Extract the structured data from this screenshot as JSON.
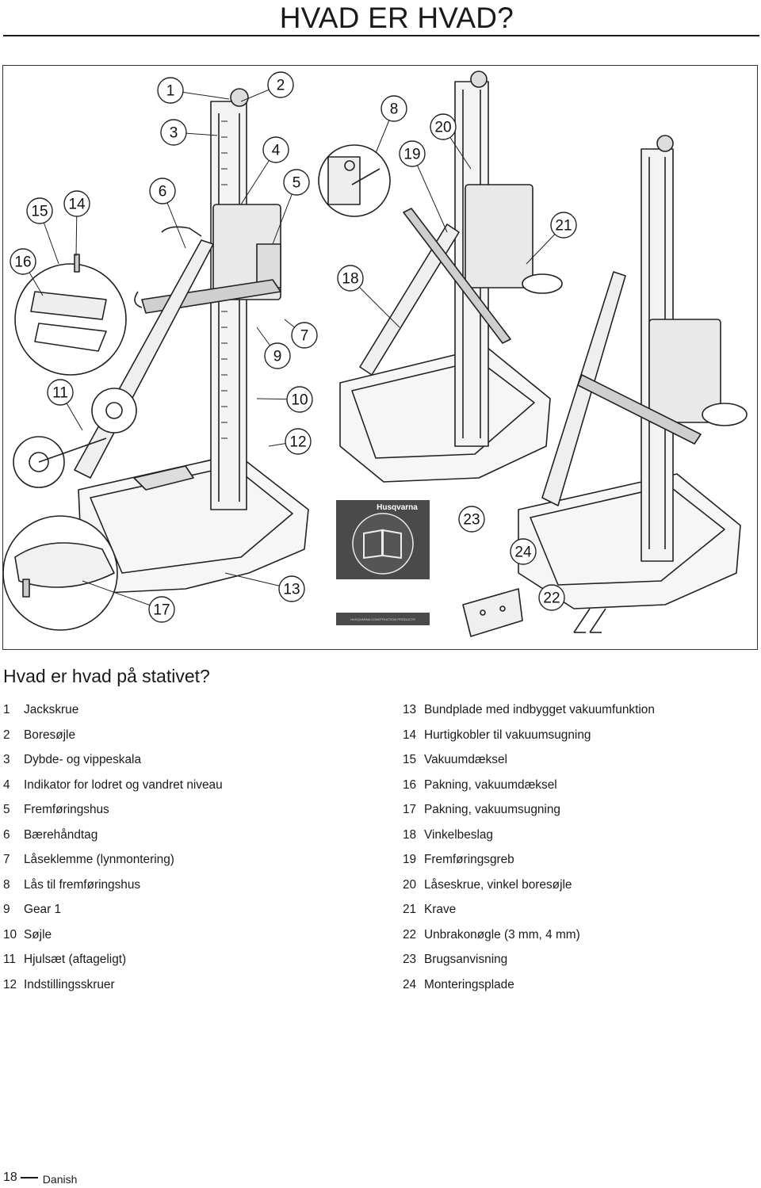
{
  "header": {
    "title": "HVAD ER HVAD?"
  },
  "figure": {
    "callouts": [
      "1",
      "2",
      "3",
      "4",
      "5",
      "6",
      "7",
      "8",
      "9",
      "10",
      "11",
      "12",
      "13",
      "14",
      "15",
      "16",
      "17",
      "18",
      "19",
      "20",
      "21",
      "22",
      "23",
      "24"
    ],
    "manual_cover": {
      "brand": "Husqvarna",
      "subtitle": "HUSQVARNA CONSTRUCTION PRODUCTS"
    }
  },
  "section": {
    "heading": "Hvad er hvad på stativet?"
  },
  "legend": {
    "left": [
      {
        "num": "1",
        "text": "Jackskrue"
      },
      {
        "num": "2",
        "text": "Boresøjle"
      },
      {
        "num": "3",
        "text": "Dybde- og vippeskala"
      },
      {
        "num": "4",
        "text": "Indikator for lodret og vandret niveau"
      },
      {
        "num": "5",
        "text": "Fremføringshus"
      },
      {
        "num": "6",
        "text": "Bærehåndtag"
      },
      {
        "num": "7",
        "text": "Låseklemme (lynmontering)"
      },
      {
        "num": "8",
        "text": "Lås til fremføringshus"
      },
      {
        "num": "9",
        "text": "Gear 1"
      },
      {
        "num": "10",
        "text": "Søjle"
      },
      {
        "num": "11",
        "text": "Hjulsæt (aftageligt)"
      },
      {
        "num": "12",
        "text": "Indstillingsskruer"
      }
    ],
    "right": [
      {
        "num": "13",
        "text": "Bundplade med indbygget vakuumfunktion"
      },
      {
        "num": "14",
        "text": "Hurtigkobler til vakuumsugning"
      },
      {
        "num": "15",
        "text": "Vakuumdæksel"
      },
      {
        "num": "16",
        "text": "Pakning, vakuumdæksel"
      },
      {
        "num": "17",
        "text": "Pakning, vakuumsugning"
      },
      {
        "num": "18",
        "text": "Vinkelbeslag"
      },
      {
        "num": "19",
        "text": "Fremføringsgreb"
      },
      {
        "num": "20",
        "text": "Låseskrue, vinkel boresøjle"
      },
      {
        "num": "21",
        "text": "Krave"
      },
      {
        "num": "22",
        "text": "Unbrakonøgle (3 mm, 4 mm)"
      },
      {
        "num": "23",
        "text": "Brugsanvisning"
      },
      {
        "num": "24",
        "text": "Monteringsplade"
      }
    ]
  },
  "footer": {
    "page_number": "18",
    "language": "Danish"
  }
}
